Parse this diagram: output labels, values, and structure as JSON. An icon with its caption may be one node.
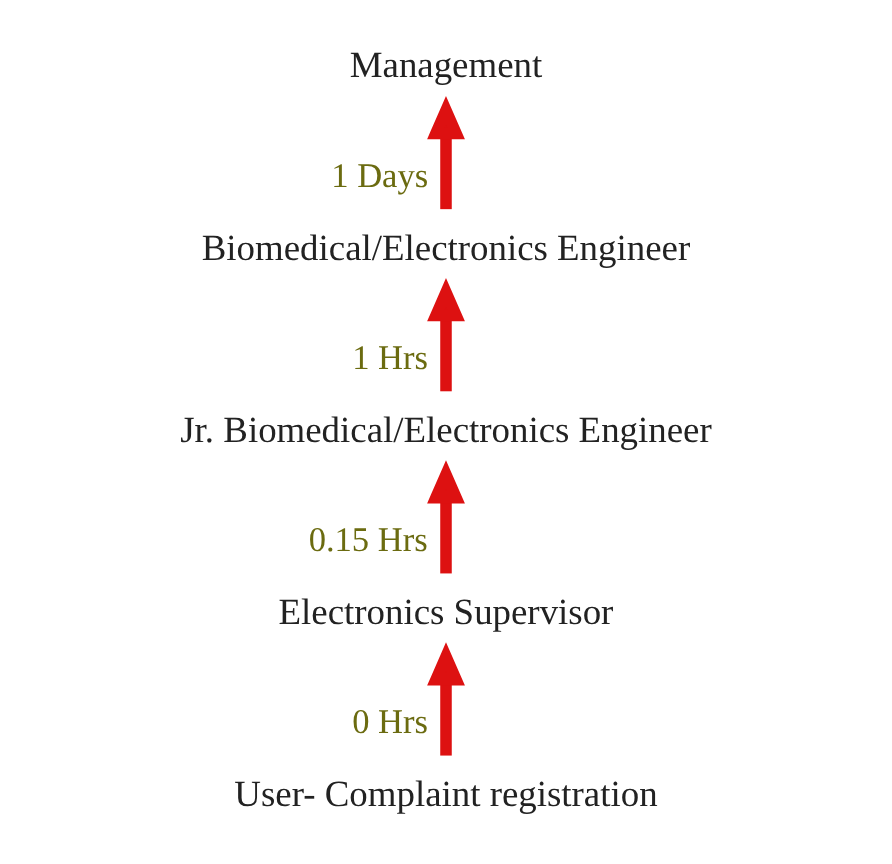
{
  "diagram": {
    "nodes": [
      {
        "text": [
          "Management"
        ]
      },
      {
        "text": [
          "Biomedical/Electronics Engineer"
        ]
      },
      {
        "text": [
          "Jr. Biomedical/Electronics Engineer"
        ]
      },
      {
        "text": [
          "Electronics Supervisor"
        ]
      },
      {
        "text": [
          "User- Complaint registration"
        ]
      }
    ],
    "edges": [
      {
        "from": 4,
        "to": 3,
        "arrow": "to",
        "label": "0 Hrs"
      },
      {
        "from": 3,
        "to": 2,
        "arrow": "to",
        "label": "0.15 Hrs"
      },
      {
        "from": 2,
        "to": 1,
        "arrow": "to",
        "label": "1 Hrs"
      },
      {
        "from": 1,
        "to": 0,
        "arrow": "to",
        "label": "1 Days"
      }
    ]
  }
}
